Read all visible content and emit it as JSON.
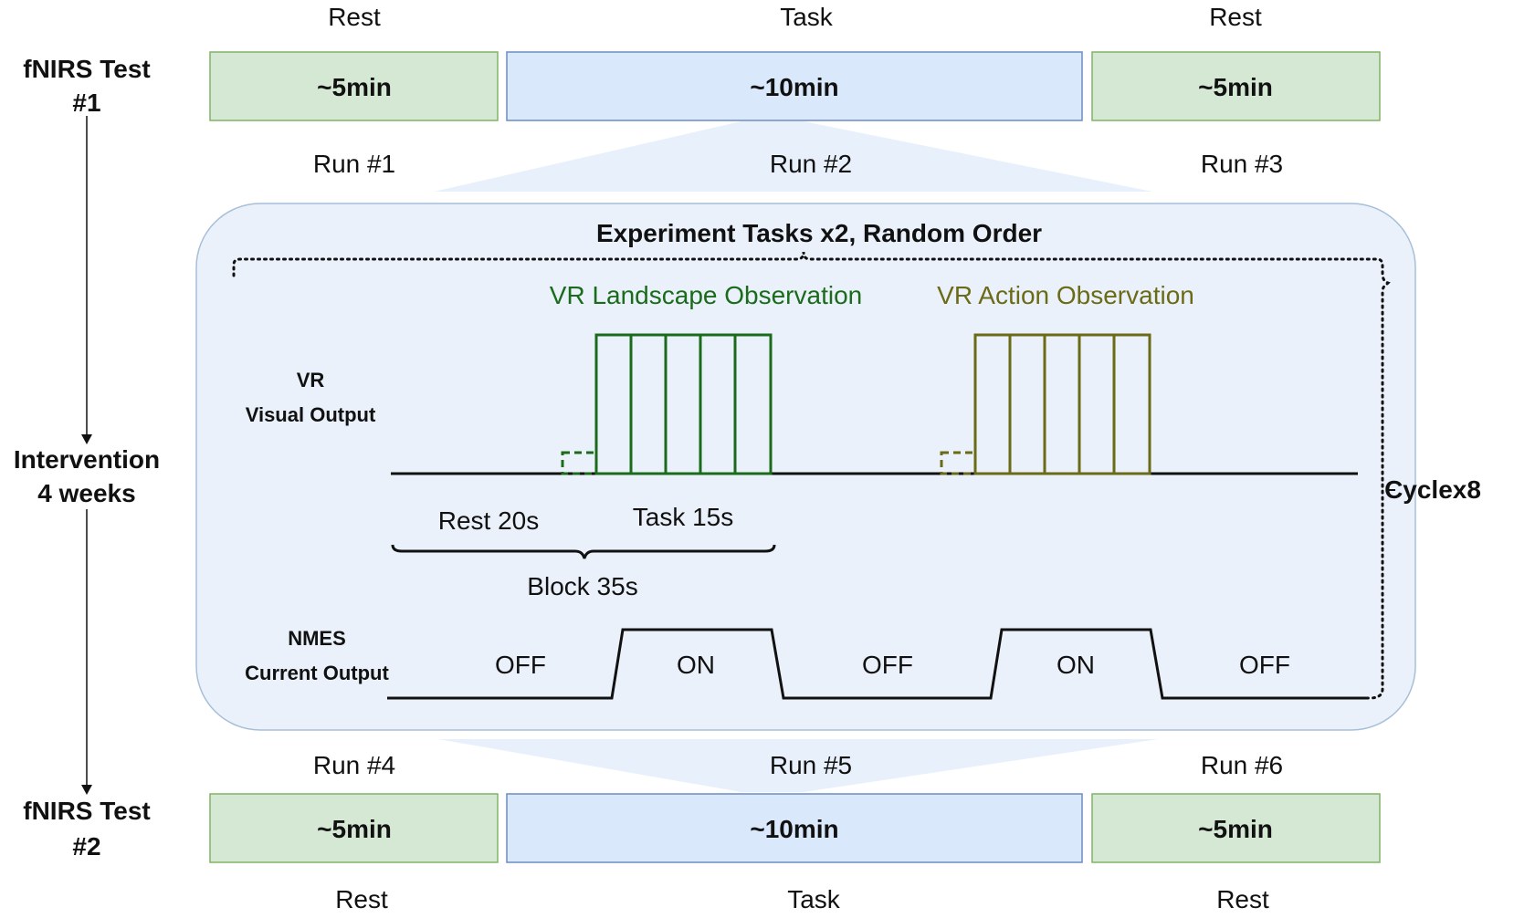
{
  "test1": {
    "label_line1": "fNIRS Test",
    "label_line2": "#1"
  },
  "test2": {
    "label_line1": "fNIRS Test",
    "label_line2": "#2"
  },
  "intervention": {
    "line1": "Intervention",
    "line2": "4 weeks"
  },
  "top_phases": [
    {
      "phase": "Rest",
      "duration": "~5min",
      "run": "Run #1"
    },
    {
      "phase": "Task",
      "duration": "~10min",
      "run": "Run #2"
    },
    {
      "phase": "Rest",
      "duration": "~5min",
      "run": "Run #3"
    }
  ],
  "bottom_phases": [
    {
      "phase": "Rest",
      "duration": "~5min",
      "run": "Run #4"
    },
    {
      "phase": "Task",
      "duration": "~10min",
      "run": "Run #5"
    },
    {
      "phase": "Rest",
      "duration": "~5min",
      "run": "Run #6"
    }
  ],
  "experiment": {
    "title": "Experiment Tasks x2, Random Order",
    "task1": "VR Landscape Observation",
    "task2": "VR Action Observation",
    "vr_label_line1": "VR",
    "vr_label_line2": "Visual Output",
    "nmes_label_line1": "NMES",
    "nmes_label_line2": "Current Output",
    "rest_label": "Rest 20s",
    "task_label": "Task 15s",
    "block_label": "Block 35s",
    "cycle_label": "Cyclex8",
    "nmes_states": [
      "OFF",
      "ON",
      "OFF",
      "ON",
      "OFF"
    ]
  },
  "colors": {
    "rest_fill": "#d5e8d4",
    "rest_stroke": "#82b366",
    "task_fill": "#dae8fc",
    "task_stroke": "#6c8ebf",
    "panel_fill": "#eaf1fb",
    "landscape": "#1a6b1a",
    "action": "#6b6b16"
  }
}
